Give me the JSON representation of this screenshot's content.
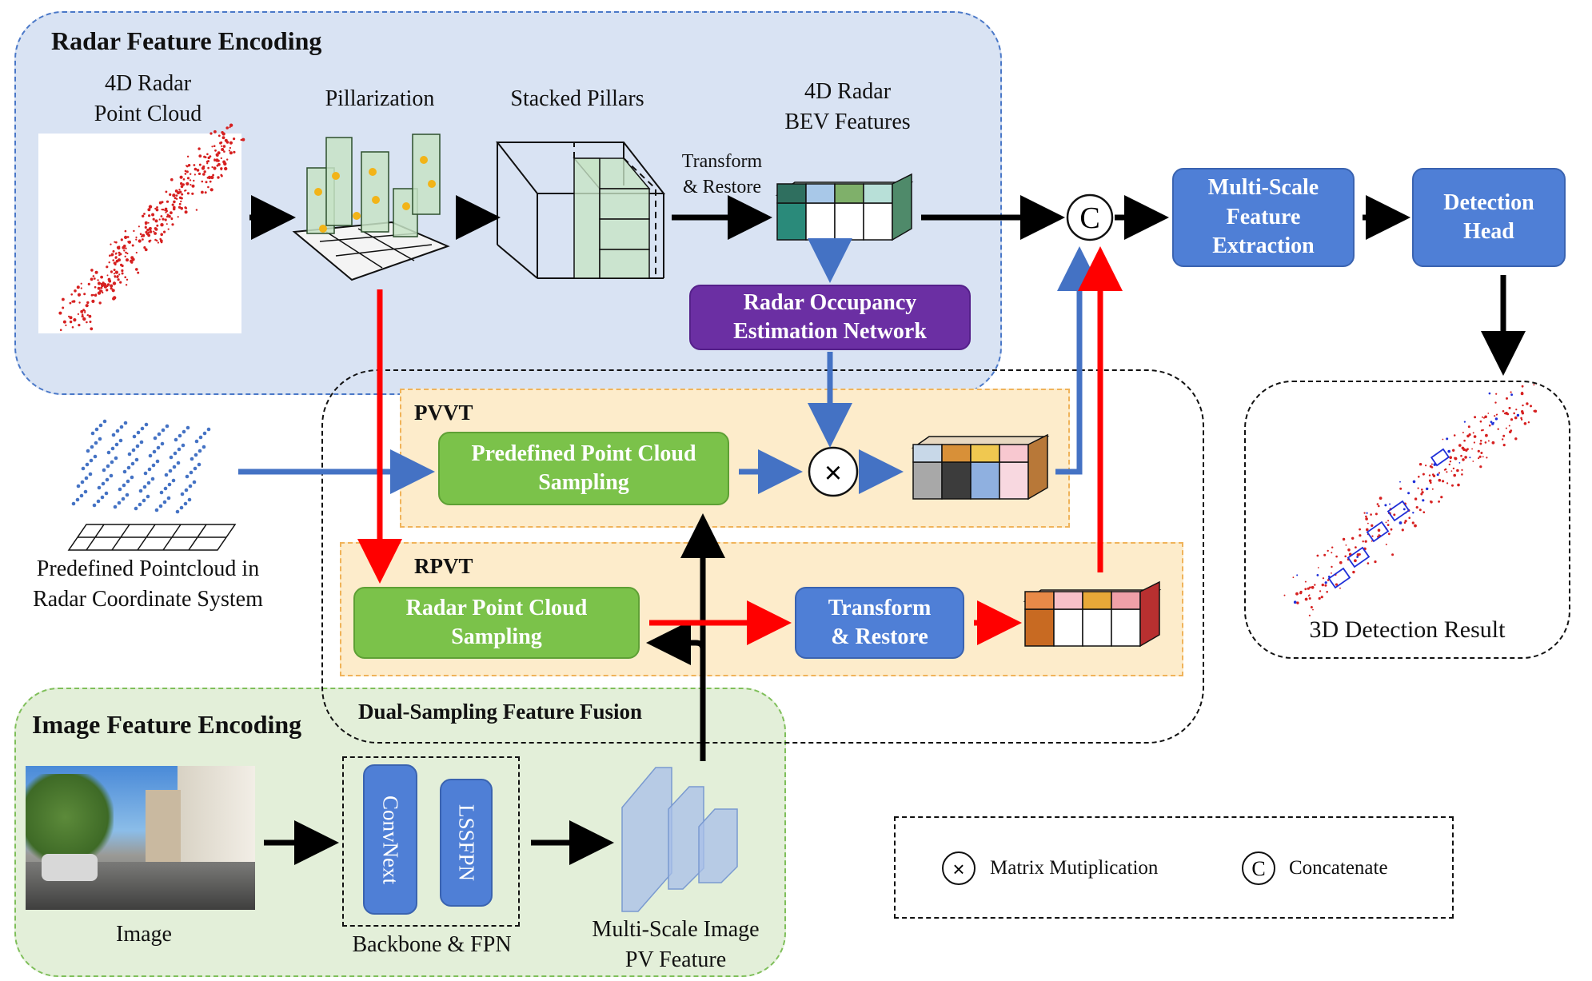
{
  "regions": {
    "radar": "Radar Feature Encoding",
    "image": "Image Feature Encoding",
    "dsff": "Dual-Sampling Feature Fusion",
    "pvvt": "PVVT",
    "rpvt": "RPVT"
  },
  "labels": {
    "point_cloud": "4D Radar\nPoint Cloud",
    "pillarization": "Pillarization",
    "stacked_pillars": "Stacked Pillars",
    "transform_restore_small": "Transform\n& Restore",
    "bev_features": "4D Radar\nBEV Features",
    "predefined_pc": "Predefined Pointcloud in\nRadar Coordinate System",
    "image": "Image",
    "backbone_fpn": "Backbone & FPN",
    "pv_feature": "Multi-Scale Image\nPV Feature",
    "result": "3D Detection Result"
  },
  "blocks": {
    "multiscale": "Multi-Scale\nFeature\nExtraction",
    "detection_head": "Detection\nHead",
    "occupancy": "Radar Occupancy\nEstimation Network",
    "predefined_sampling": "Predefined Point Cloud\nSampling",
    "radar_sampling": "Radar Point Cloud\nSampling",
    "transform_restore": "Transform\n& Restore",
    "convnext": "ConvNext",
    "lssfpn": "LSSFPN"
  },
  "symbols": {
    "concat": "C",
    "multiply": "×"
  },
  "legend": {
    "multiply_label": "Matrix Mutiplication",
    "concat_label": "Concatenate"
  },
  "colors": {
    "radar_bg": "#d9e3f3",
    "radar_border": "#4a78c8",
    "image_bg": "#e3efd9",
    "image_border": "#7fbf5a",
    "vt_bg": "#fdeccb",
    "vt_border": "#f0b35a",
    "blue_arrow": "#4472c4",
    "red_arrow": "#ff0000",
    "black_arrow": "#000000",
    "radar_points": "#d62020",
    "box_blue": "#1f2fd8"
  }
}
